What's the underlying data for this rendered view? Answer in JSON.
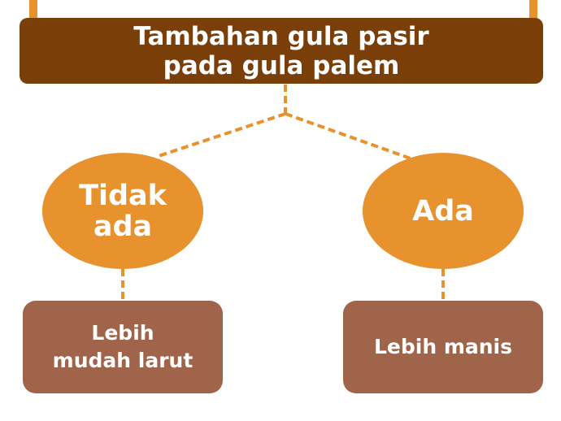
{
  "colors": {
    "title_bg": "#7a3f08",
    "accent_orange": "#e8922e",
    "result_bg": "#a0644a",
    "text": "#ffffff"
  },
  "title": "Tambahan gula pasir\npada gula palem",
  "branches": [
    {
      "condition": "Tidak\nada",
      "result": "Lebih\nmudah larut"
    },
    {
      "condition": "Ada",
      "result": "Lebih manis"
    }
  ]
}
